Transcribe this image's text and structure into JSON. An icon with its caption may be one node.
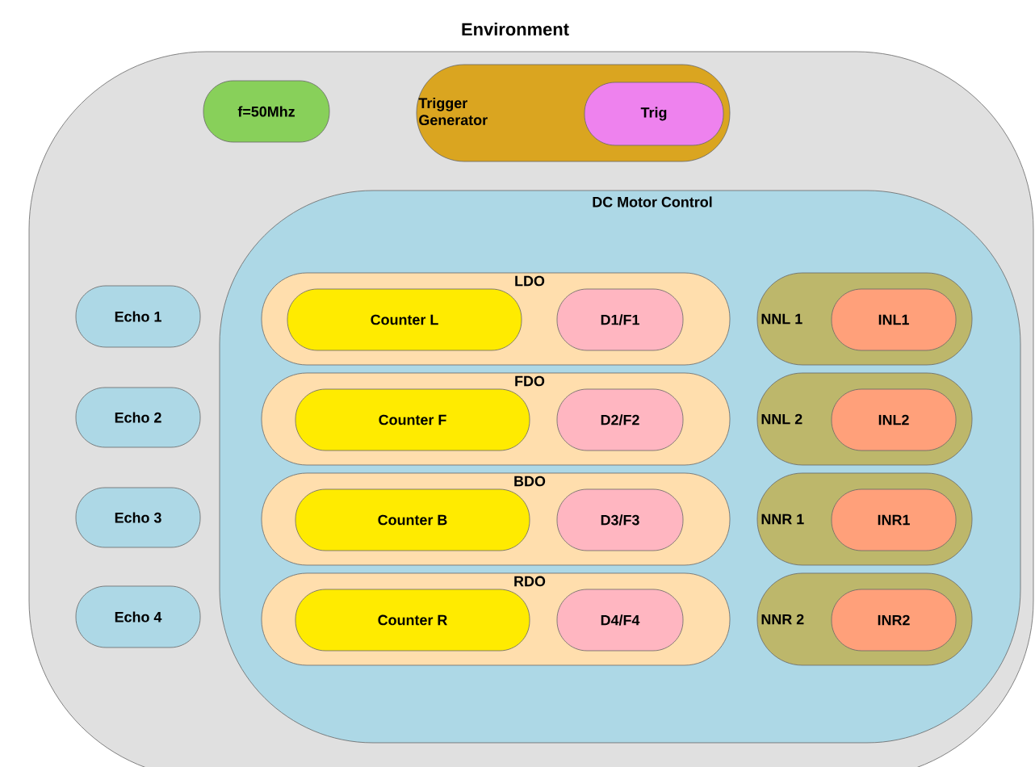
{
  "diagram": {
    "nodes": [
      {
        "text": [
          "Environment"
        ]
      },
      {
        "text": [
          "f=50Mhz"
        ],
        "in": 0
      },
      {
        "text": [
          "Trigger Generator"
        ],
        "in": 0
      },
      {
        "text": [
          "Trig"
        ],
        "in": 2
      },
      {
        "text": [
          "Echo 1"
        ],
        "in": 0
      },
      {
        "text": [
          "Echo 2"
        ],
        "in": 0
      },
      {
        "text": [
          "Echo 3"
        ],
        "in": 0
      },
      {
        "text": [
          "Echo 4"
        ],
        "in": 0
      },
      {
        "text": [
          "DC Motor Control"
        ],
        "in": 0
      },
      {
        "text": [
          "LDO"
        ],
        "in": 8
      },
      {
        "text": [
          "Counter L"
        ],
        "in": 9
      },
      {
        "text": [
          "D1/F1"
        ],
        "in": 9
      },
      {
        "text": [
          "NNL 1"
        ],
        "in": 8
      },
      {
        "text": [
          "INL1"
        ],
        "in": 12
      },
      {
        "text": [
          "FDO"
        ],
        "in": 8
      },
      {
        "text": [
          "Counter F"
        ],
        "in": 14
      },
      {
        "text": [
          "D2/F2"
        ],
        "in": 14
      },
      {
        "text": [
          "NNL 2"
        ],
        "in": 8
      },
      {
        "text": [
          "INL2"
        ],
        "in": 17
      },
      {
        "text": [
          "BDO"
        ],
        "in": 8
      },
      {
        "text": [
          "Counter B"
        ],
        "in": 19
      },
      {
        "text": [
          "D3/F3"
        ],
        "in": 19
      },
      {
        "text": [
          "NNR 1"
        ],
        "in": 8
      },
      {
        "text": [
          "INR1"
        ],
        "in": 22
      },
      {
        "text": [
          "RDO"
        ],
        "in": 8
      },
      {
        "text": [
          "Counter R"
        ],
        "in": 24
      },
      {
        "text": [
          "D4/F4"
        ],
        "in": 24
      },
      {
        "text": [
          "NNR 2"
        ],
        "in": 8
      },
      {
        "text": [
          "INR2"
        ],
        "in": 27
      }
    ]
  }
}
